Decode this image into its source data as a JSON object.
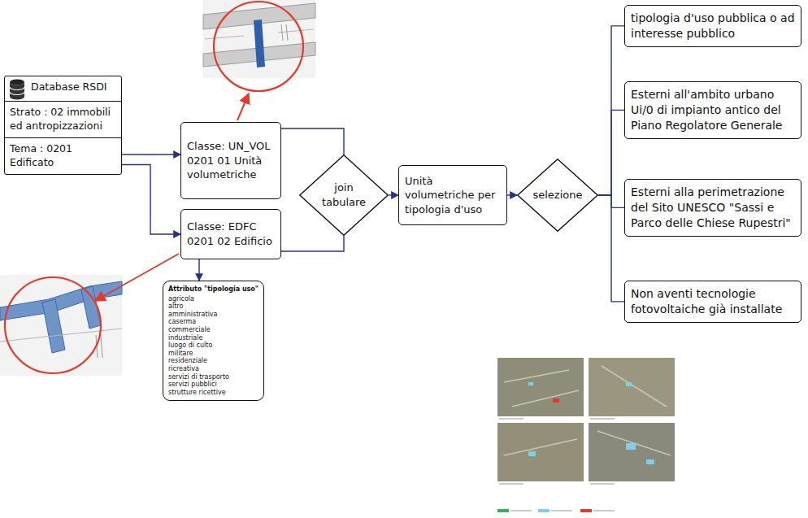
{
  "diagram": {
    "nodes": [
      {
        "text": [
          "Database RSDI",
          "Strato : 02 immobili ed antropizzazioni",
          "Tema : 0201 Edificato"
        ]
      },
      {
        "text": [
          "Classe: UN_VOL 0201 01 Unità volumetriche"
        ]
      },
      {
        "text": [
          "Classe: EDFC 0201 02 Edificio"
        ]
      },
      {
        "text": [
          "Attributo \"tipologia uso\"",
          "agricola",
          "altro",
          "amministrativa",
          "caserma",
          "commerciale",
          "industriale",
          "luogo di culto",
          "militare",
          "residenziale",
          "ricreativa",
          "servizi di trasporto",
          "servizi pubblici",
          "strutture ricettive"
        ]
      },
      {
        "text": [
          "join tabulare"
        ]
      },
      {
        "text": [
          "Unità volumetriche per tipologia d'uso"
        ]
      },
      {
        "text": [
          "selezione"
        ]
      },
      {
        "text": [
          "tipologia d'uso pubblica o ad interesse pubblico"
        ]
      },
      {
        "text": [
          "Esterni all'ambito urbano Ui/0 di impianto antico del Piano Regolatore Generale"
        ]
      },
      {
        "text": [
          "Esterni alla perimetrazione del Sito UNESCO \"Sassi e Parco delle Chiese Rupestri\""
        ]
      },
      {
        "text": [
          "Non aventi tecnologie fotovoltaiche già installate"
        ]
      }
    ],
    "edges": [
      {
        "from": 0,
        "to": 1,
        "arrow": "to"
      },
      {
        "from": 0,
        "to": 2,
        "arrow": "to"
      },
      {
        "from": 2,
        "to": 3,
        "arrow": "to"
      },
      {
        "from": 1,
        "to": 4,
        "arrow": "none"
      },
      {
        "from": 2,
        "to": 4,
        "arrow": "none"
      },
      {
        "from": 4,
        "to": 5,
        "arrow": "to"
      },
      {
        "from": 5,
        "to": 6,
        "arrow": "to"
      },
      {
        "from": 6,
        "to": 7,
        "arrow": "none"
      },
      {
        "from": 6,
        "to": 8,
        "arrow": "none"
      },
      {
        "from": 6,
        "to": 9,
        "arrow": "none"
      },
      {
        "from": 6,
        "to": 10,
        "arrow": "none"
      }
    ]
  }
}
